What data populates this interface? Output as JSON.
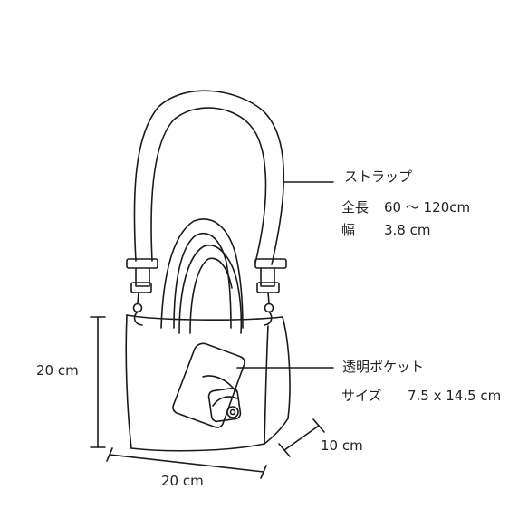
{
  "strap": {
    "title": "ストラップ",
    "length_label": "全長",
    "length_value": "60 ～ 120cm",
    "width_label": "幅",
    "width_value": "3.8 cm"
  },
  "pocket": {
    "title": "透明ポケット",
    "size_label": "サイズ",
    "size_value": "7.5 x 14.5 cm"
  },
  "dimensions": {
    "height": "20 cm",
    "width": "20 cm",
    "depth": "10 cm"
  }
}
